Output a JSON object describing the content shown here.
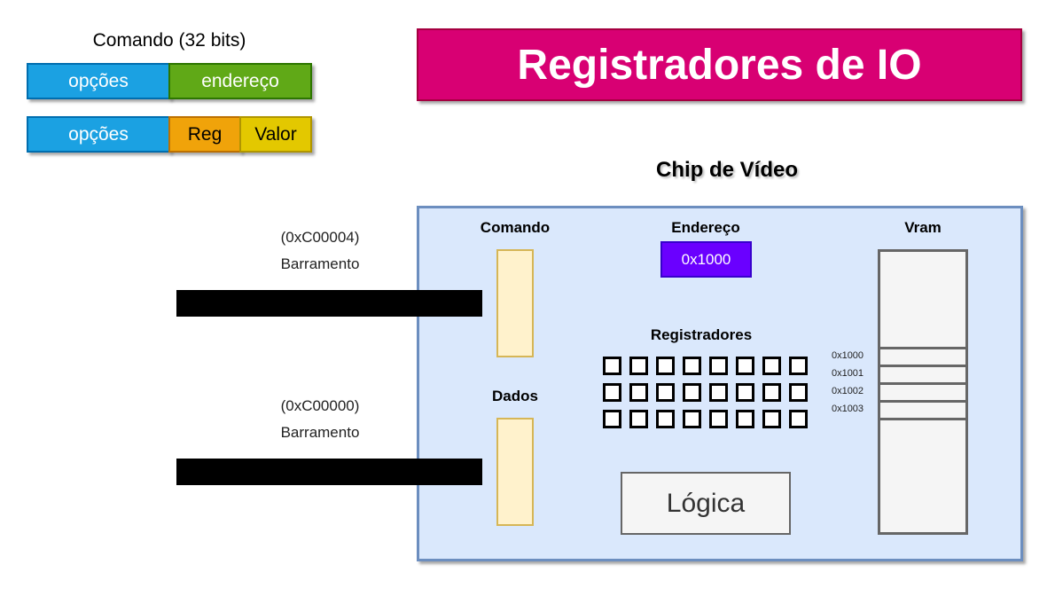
{
  "command_format": {
    "caption": "Comando (32 bits)",
    "row1": {
      "options": "opções",
      "address": "endereço"
    },
    "row2": {
      "options": "opções",
      "reg": "Reg",
      "value": "Valor"
    }
  },
  "title": "Registradores de IO",
  "chip": {
    "title": "Chip de Vídeo",
    "command_label": "Comando",
    "data_label": "Dados",
    "address_label": "Endereço",
    "address_value": "0x1000",
    "registers_label": "Registradores",
    "register_grid": {
      "rows": 3,
      "cols": 8
    },
    "logic_label": "Lógica",
    "vram_label": "Vram",
    "vram_addresses": [
      "0x1000",
      "0x1001",
      "0x1002",
      "0x1003"
    ]
  },
  "buses": [
    {
      "address": "(0xC00004)",
      "label": "Barramento"
    },
    {
      "address": "(0xC00000)",
      "label": "Barramento"
    }
  ],
  "colors": {
    "title_banner": "#d80073",
    "options_segment": "#1ba1e2",
    "address_segment": "#60a917",
    "reg_segment": "#f0a30a",
    "value_segment": "#e3c800",
    "chip_background": "#dae8fc",
    "address_register": "#6a00ff",
    "slot_fill": "#fff2cc"
  }
}
